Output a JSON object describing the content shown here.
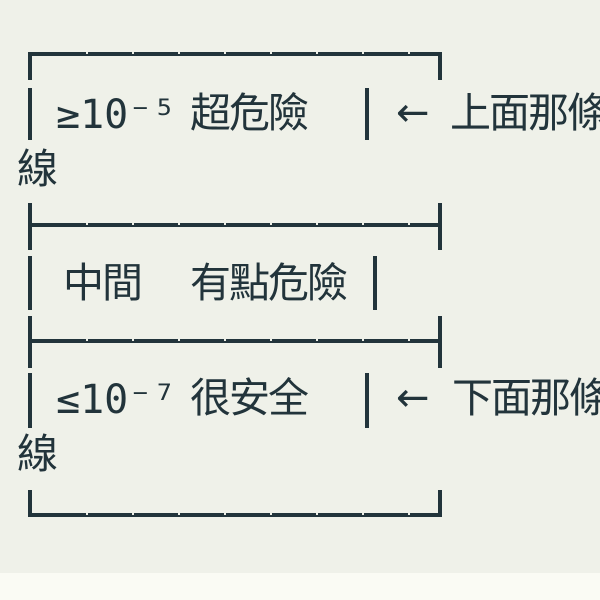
{
  "colors": {
    "ink": "#22343b",
    "background": "#eff1e9",
    "strip": "#fafbf4"
  },
  "diagram": {
    "top": {
      "value": "≥10⁻⁵",
      "label": "超危險",
      "arrow": "←",
      "annotation": "上面那條",
      "annotation_wrap": "線"
    },
    "middle": {
      "value": "中間",
      "label": "有點危險"
    },
    "bottom": {
      "value": "≤10⁻⁷",
      "label": "很安全",
      "arrow": "←",
      "annotation": "下面那條",
      "annotation_wrap": "線"
    }
  }
}
